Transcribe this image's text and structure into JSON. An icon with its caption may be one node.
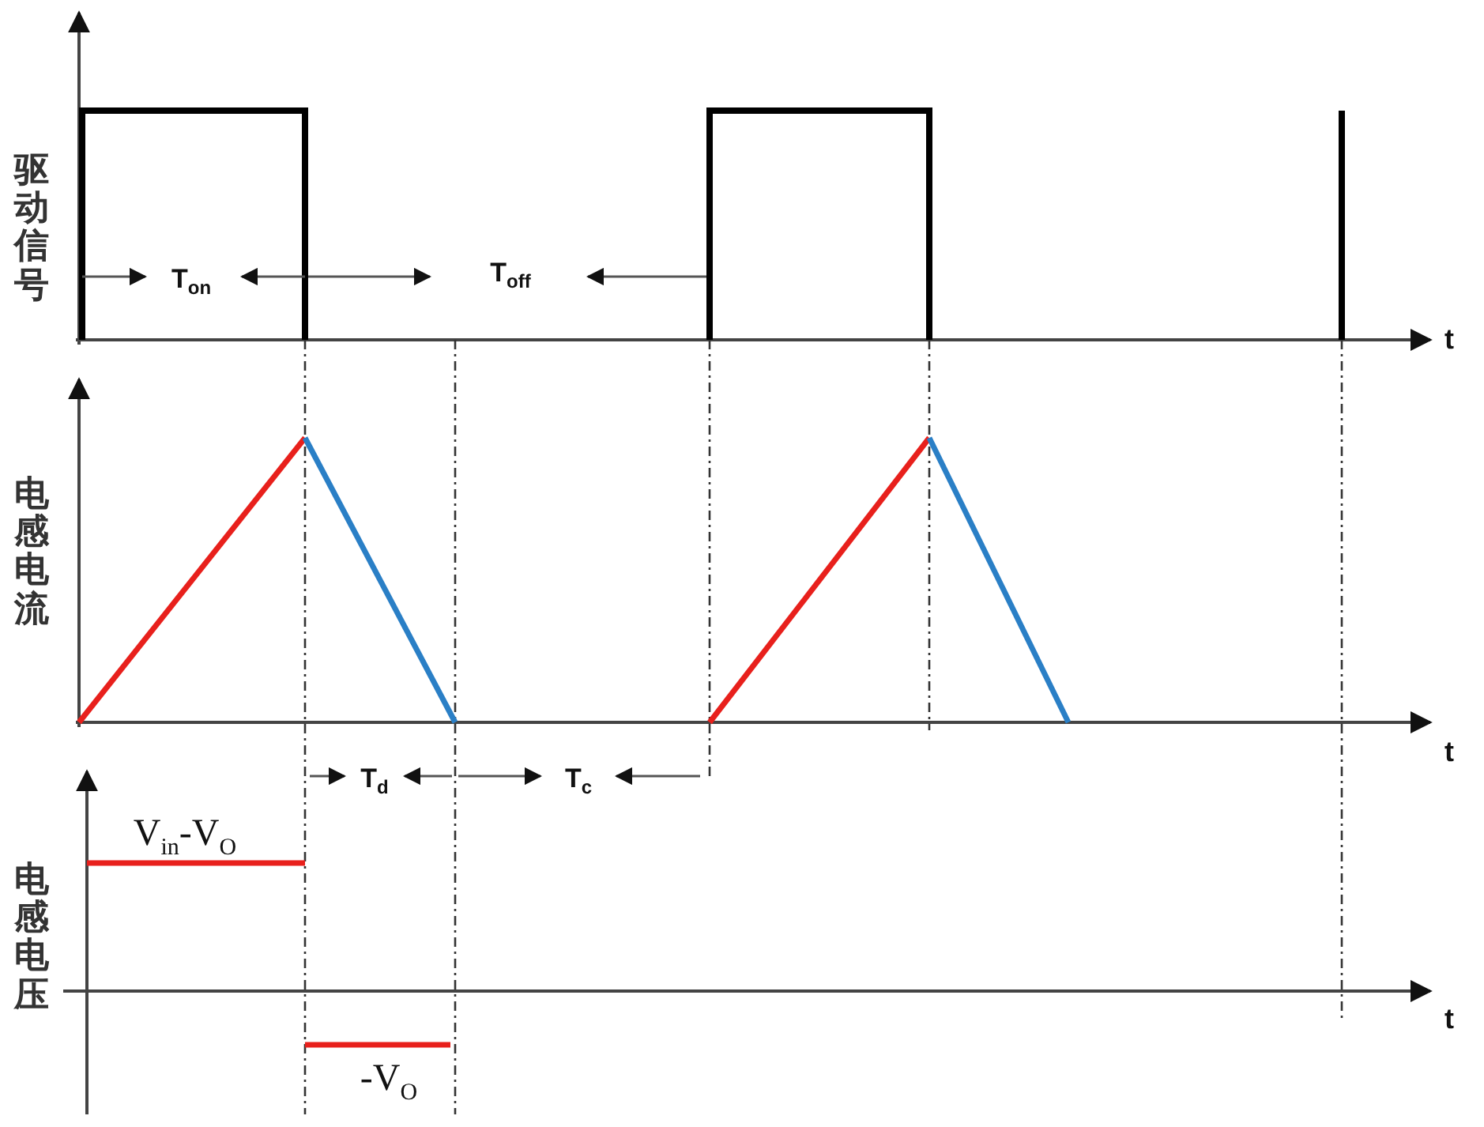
{
  "diagram": {
    "labels": [
      "驱动信号",
      "T$_{on}$",
      "T$_{off}$",
      "t",
      "电感电流",
      "t",
      "T$_{d}$",
      "T$_{c}$",
      "电感电压",
      "V$_{in}$-V$_{O}$",
      "t",
      "-V$_{O}$"
    ]
  }
}
